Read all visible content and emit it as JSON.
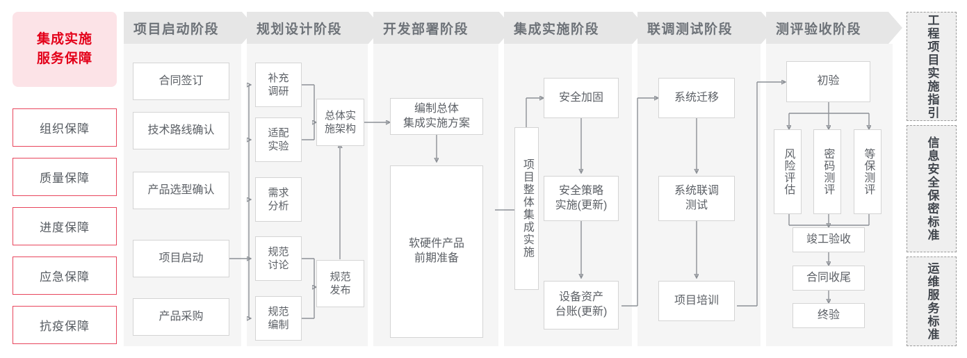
{
  "title_block": {
    "line1": "集成实施",
    "line2": "服务保障",
    "bg_color": "#fce3e7",
    "text_color": "#e30019"
  },
  "guarantee_items": [
    {
      "label": "组织保障"
    },
    {
      "label": "质量保障"
    },
    {
      "label": "进度保障"
    },
    {
      "label": "应急保障"
    },
    {
      "label": "抗疫保障"
    }
  ],
  "stages": [
    {
      "name": "项目启动阶段",
      "nodes": [
        {
          "label": "合同签订"
        },
        {
          "label": "技术路线确认"
        },
        {
          "label": "产品选型确认"
        },
        {
          "label": "项目启动"
        },
        {
          "label": "产品采购"
        }
      ]
    },
    {
      "name": "规划设计阶段",
      "nodes": [
        {
          "label": "补充\n调研"
        },
        {
          "label": "适配\n实验"
        },
        {
          "label": "需求\n分析"
        },
        {
          "label": "规范\n讨论"
        },
        {
          "label": "规范\n编制"
        },
        {
          "label": "总体实\n施架构"
        },
        {
          "label": "规范\n发布"
        }
      ]
    },
    {
      "name": "开发部署阶段",
      "nodes": [
        {
          "label": "编制总体\n集成实施方案"
        },
        {
          "label": "软硬件产品\n前期准备"
        }
      ]
    },
    {
      "name": "集成实施阶段",
      "nodes": [
        {
          "label": "项目整体集成实施"
        },
        {
          "label": "安全加固"
        },
        {
          "label": "安全策略\n实施(更新)"
        },
        {
          "label": "设备资产\n台账(更新)"
        }
      ]
    },
    {
      "name": "联调测试阶段",
      "nodes": [
        {
          "label": "系统迁移"
        },
        {
          "label": "系统联调\n测试"
        },
        {
          "label": "项目培训"
        }
      ]
    },
    {
      "name": "测评验收阶段",
      "nodes": [
        {
          "label": "初验"
        },
        {
          "label": "风险评估"
        },
        {
          "label": "密码测评"
        },
        {
          "label": "等保测评"
        },
        {
          "label": "竣工验收"
        },
        {
          "label": "合同收尾"
        },
        {
          "label": "终验"
        }
      ]
    }
  ],
  "reference_standards": [
    {
      "label": "工程项目实施指引"
    },
    {
      "label": "信息安全保密标准"
    },
    {
      "label": "运维服务标准"
    }
  ],
  "palette": {
    "panel_bg": "#f5f5f5",
    "header_bg": "#e6e6e6",
    "header_text": "#6d7278",
    "node_border": "#d4d4d4",
    "node_text": "#5c6066",
    "accent_red": "#e30019",
    "accent_red_border": "#e8455c",
    "wire": "#8c9096"
  }
}
